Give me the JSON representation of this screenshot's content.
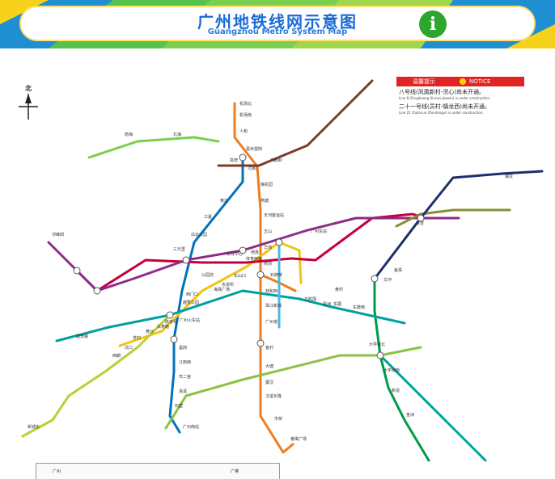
{
  "header": {
    "title_cn": "广州地铁线网示意图",
    "title_en": "Guangzhou Metro System Map",
    "info_glyph": "i"
  },
  "compass": {
    "north_label": "北",
    "icon": "compass-icon"
  },
  "notice": {
    "title": "温馨提示",
    "title_en": "NOTICE",
    "line8_cn": "八号线(凤凰新村-滘心)尚未开通。",
    "line8_en": "Line 8 (Fenghuang Xincun-Jiaoxin) is under construction",
    "line21_cn": "二十一号线(员村-镇龙西)尚未开通。",
    "line21_en": "Line 21 (Yuancun-Zhenlongxi) is under construction."
  },
  "legend": {
    "item1": "广州",
    "item2": "广佛"
  },
  "colors": {
    "line1": "#f2c40f",
    "line2": "#0072bc",
    "line3": "#ee7d1d",
    "line4": "#009b48",
    "line5": "#c5003e",
    "line6": "#8d2b89",
    "line7": "#89c340",
    "line8": "#00a0a0",
    "line9": "#7bcf4f",
    "line13": "#8a8d34",
    "line14": "#7b3c2a",
    "line21": "#1e2f6b",
    "apm": "#4bb8e8",
    "guangfo": "#b7d234"
  },
  "stations": [
    {
      "name": "机场北"
    },
    {
      "name": "机场南"
    },
    {
      "name": "人和"
    },
    {
      "name": "嘉禾望岗"
    },
    {
      "name": "同和"
    },
    {
      "name": "梅花园"
    },
    {
      "name": "燕塘"
    },
    {
      "name": "天河客运站"
    },
    {
      "name": "五山"
    },
    {
      "name": "华师"
    },
    {
      "name": "岗顶"
    },
    {
      "name": "石牌桥"
    },
    {
      "name": "体育西路"
    },
    {
      "name": "体育中心"
    },
    {
      "name": "林和西"
    },
    {
      "name": "广州东站"
    },
    {
      "name": "珠江新城"
    },
    {
      "name": "广州塔"
    },
    {
      "name": "客村"
    },
    {
      "name": "大塘"
    },
    {
      "name": "厦滘"
    },
    {
      "name": "汉溪长隆"
    },
    {
      "name": "市桥"
    },
    {
      "name": "番禺广场"
    },
    {
      "name": "公园前"
    },
    {
      "name": "海珠广场"
    },
    {
      "name": "越秀公园"
    },
    {
      "name": "广州火车站"
    },
    {
      "name": "三元里"
    },
    {
      "name": "白云公园"
    },
    {
      "name": "江夏"
    },
    {
      "name": "黄边"
    },
    {
      "name": "昌岗"
    },
    {
      "name": "江南西"
    },
    {
      "name": "市二宫"
    },
    {
      "name": "洛溪"
    },
    {
      "name": "石壁"
    },
    {
      "name": "广州南站"
    },
    {
      "name": "西朗"
    },
    {
      "name": "坑口"
    },
    {
      "name": "芳村"
    },
    {
      "name": "黄沙"
    },
    {
      "name": "长寿路"
    },
    {
      "name": "陈家祠"
    },
    {
      "name": "西门口"
    },
    {
      "name": "农讲所"
    },
    {
      "name": "东山口"
    },
    {
      "name": "杨箕"
    },
    {
      "name": "东圃"
    },
    {
      "name": "车陂南"
    },
    {
      "name": "黄村"
    },
    {
      "name": "万胜围"
    },
    {
      "name": "琶洲"
    },
    {
      "name": "大学城北"
    },
    {
      "name": "大学城南"
    },
    {
      "name": "新造"
    },
    {
      "name": "金洲"
    },
    {
      "name": "文冲"
    },
    {
      "name": "鱼珠"
    },
    {
      "name": "香雪"
    },
    {
      "name": "浔峰岗"
    },
    {
      "name": "高增"
    },
    {
      "name": "飞鹅岭"
    },
    {
      "name": "镇龙"
    },
    {
      "name": "魁奇路"
    },
    {
      "name": "新城东"
    },
    {
      "name": "南海"
    },
    {
      "name": "北海"
    }
  ]
}
